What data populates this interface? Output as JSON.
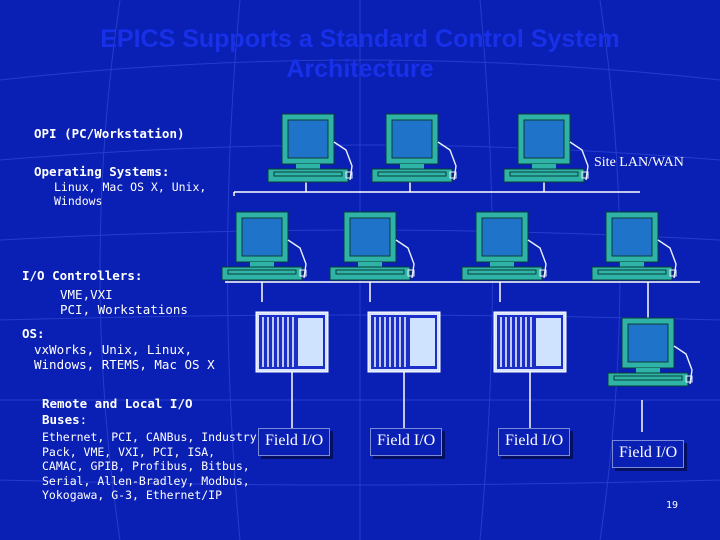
{
  "title": "EPICS Supports a Standard Control System Architecture",
  "opi": {
    "heading": "OPI (PC/Workstation)",
    "os_label": "Operating Systems:",
    "os_list": "Linux, Mac OS X, Unix,\nWindows"
  },
  "network_label": "Site LAN/WAN",
  "ioc": {
    "heading": "I/O Controllers:",
    "hw": "VME,VXI\nPCI, Workstations",
    "os_label": "OS:",
    "os_list": "vxWorks, Unix, Linux,\nWindows, RTEMS, Mac OS X"
  },
  "buses": {
    "heading_a": "Remote and Local I/O",
    "heading_b": "Buses",
    "heading_suffix": ":",
    "list": "Ethernet, PCI, CANBus, Industry\nPack, VME, VXI, PCI, ISA,\nCAMAC, GPIB, Profibus, Bitbus,\nSerial, Allen-Bradley, Modbus,\nYokogawa, G-3, Ethernet/IP"
  },
  "field_io": [
    "Field I/O",
    "Field I/O",
    "Field I/O",
    "Field I/O"
  ],
  "page_number": "19",
  "colors": {
    "background": "#0a1fb4",
    "title": "#1830e8",
    "teal": "#2fb3a6",
    "screen": "#1f73c8"
  },
  "icons": [
    "workstation-icon",
    "vme-crate-icon"
  ]
}
